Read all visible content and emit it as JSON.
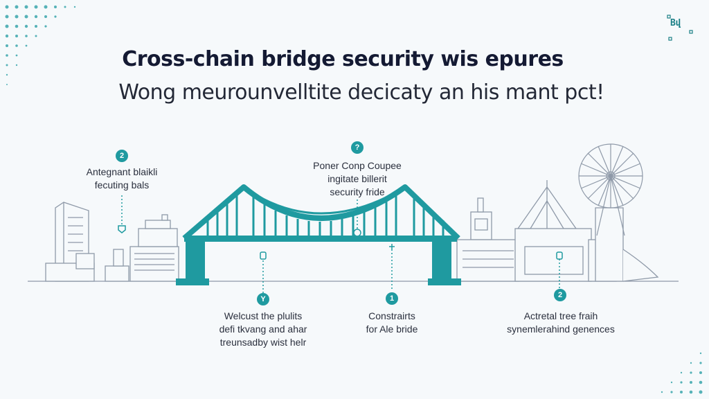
{
  "title": "Cross-chain bridge security wis epures",
  "subtitle": "Wong meurounvelltite decicaty an his mant pct!",
  "corner_mark": "Bվ",
  "callouts": {
    "top_left": {
      "badge": "2",
      "lines": [
        "Antegnant blaikli",
        "fecuting bals"
      ]
    },
    "top_center": {
      "badge": "?",
      "lines": [
        "Poner Conp Coupee",
        "ingitate billerit",
        "security fride"
      ]
    },
    "bottom_left": {
      "badge": "Y",
      "lines": [
        "Welcust the plulits",
        "defi tkvang and ahar",
        "treunsadby wist helr"
      ]
    },
    "bottom_center": {
      "badge": "1",
      "lines": [
        "Constrairts",
        "for Ale bride"
      ]
    },
    "bottom_right": {
      "badge": "2",
      "lines": [
        "Actretal tree fraih",
        "synemlerahind genences"
      ]
    }
  },
  "colors": {
    "accent": "#1f9aa0",
    "line": "#8e99a8",
    "text": "#1d2233"
  }
}
